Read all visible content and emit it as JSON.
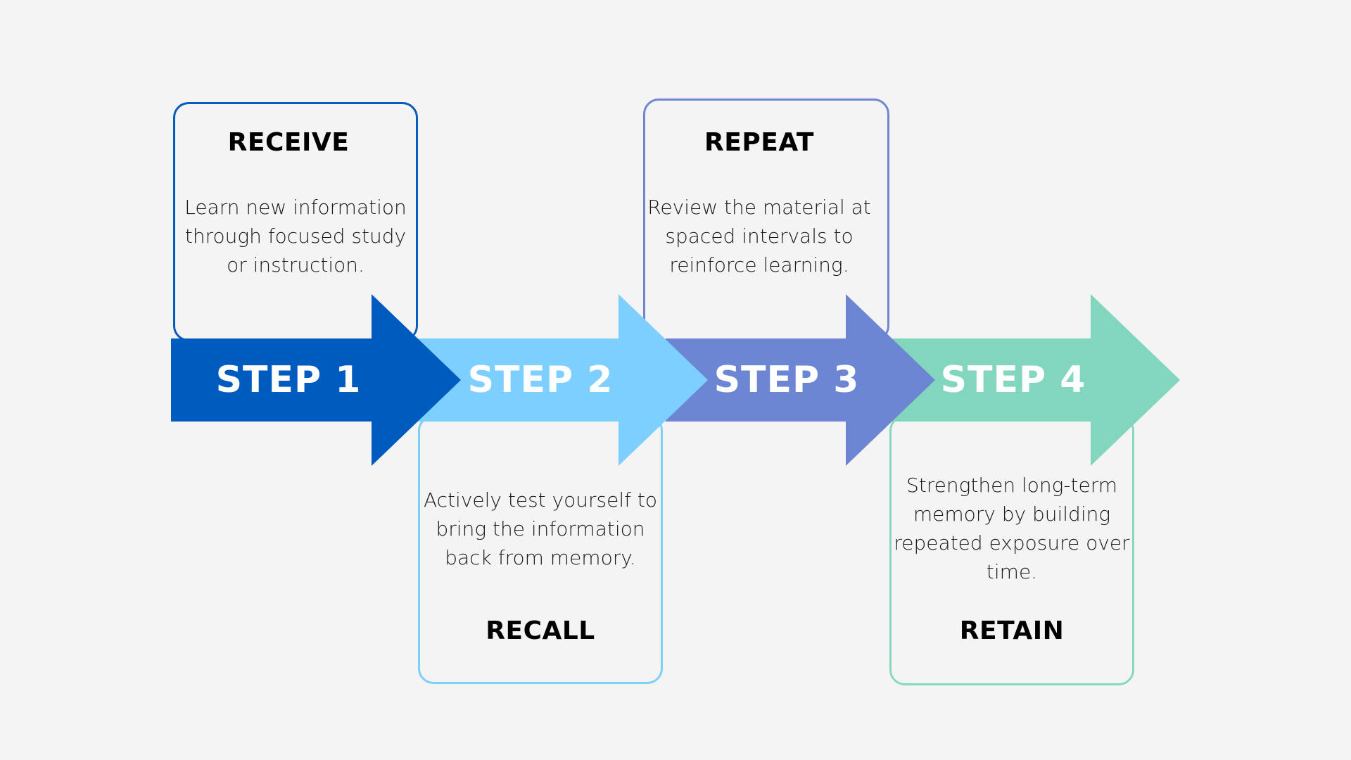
{
  "colors": {
    "step1": "#005bbf",
    "step2": "#7dcfff",
    "step3": "#6d86d4",
    "step4": "#82d6bd"
  },
  "steps": [
    {
      "label": "STEP 1",
      "title": "RECEIVE",
      "description": "Learn new information through focused study or instruction."
    },
    {
      "label": "STEP 2",
      "title": "RECALL",
      "description": "Actively test yourself to bring the information back from memory."
    },
    {
      "label": "STEP 3",
      "title": "REPEAT",
      "description": "Review the material at spaced intervals to reinforce learning."
    },
    {
      "label": "STEP 4",
      "title": "RETAIN",
      "description": "Strengthen long-term memory by building repeated exposure over time."
    }
  ]
}
